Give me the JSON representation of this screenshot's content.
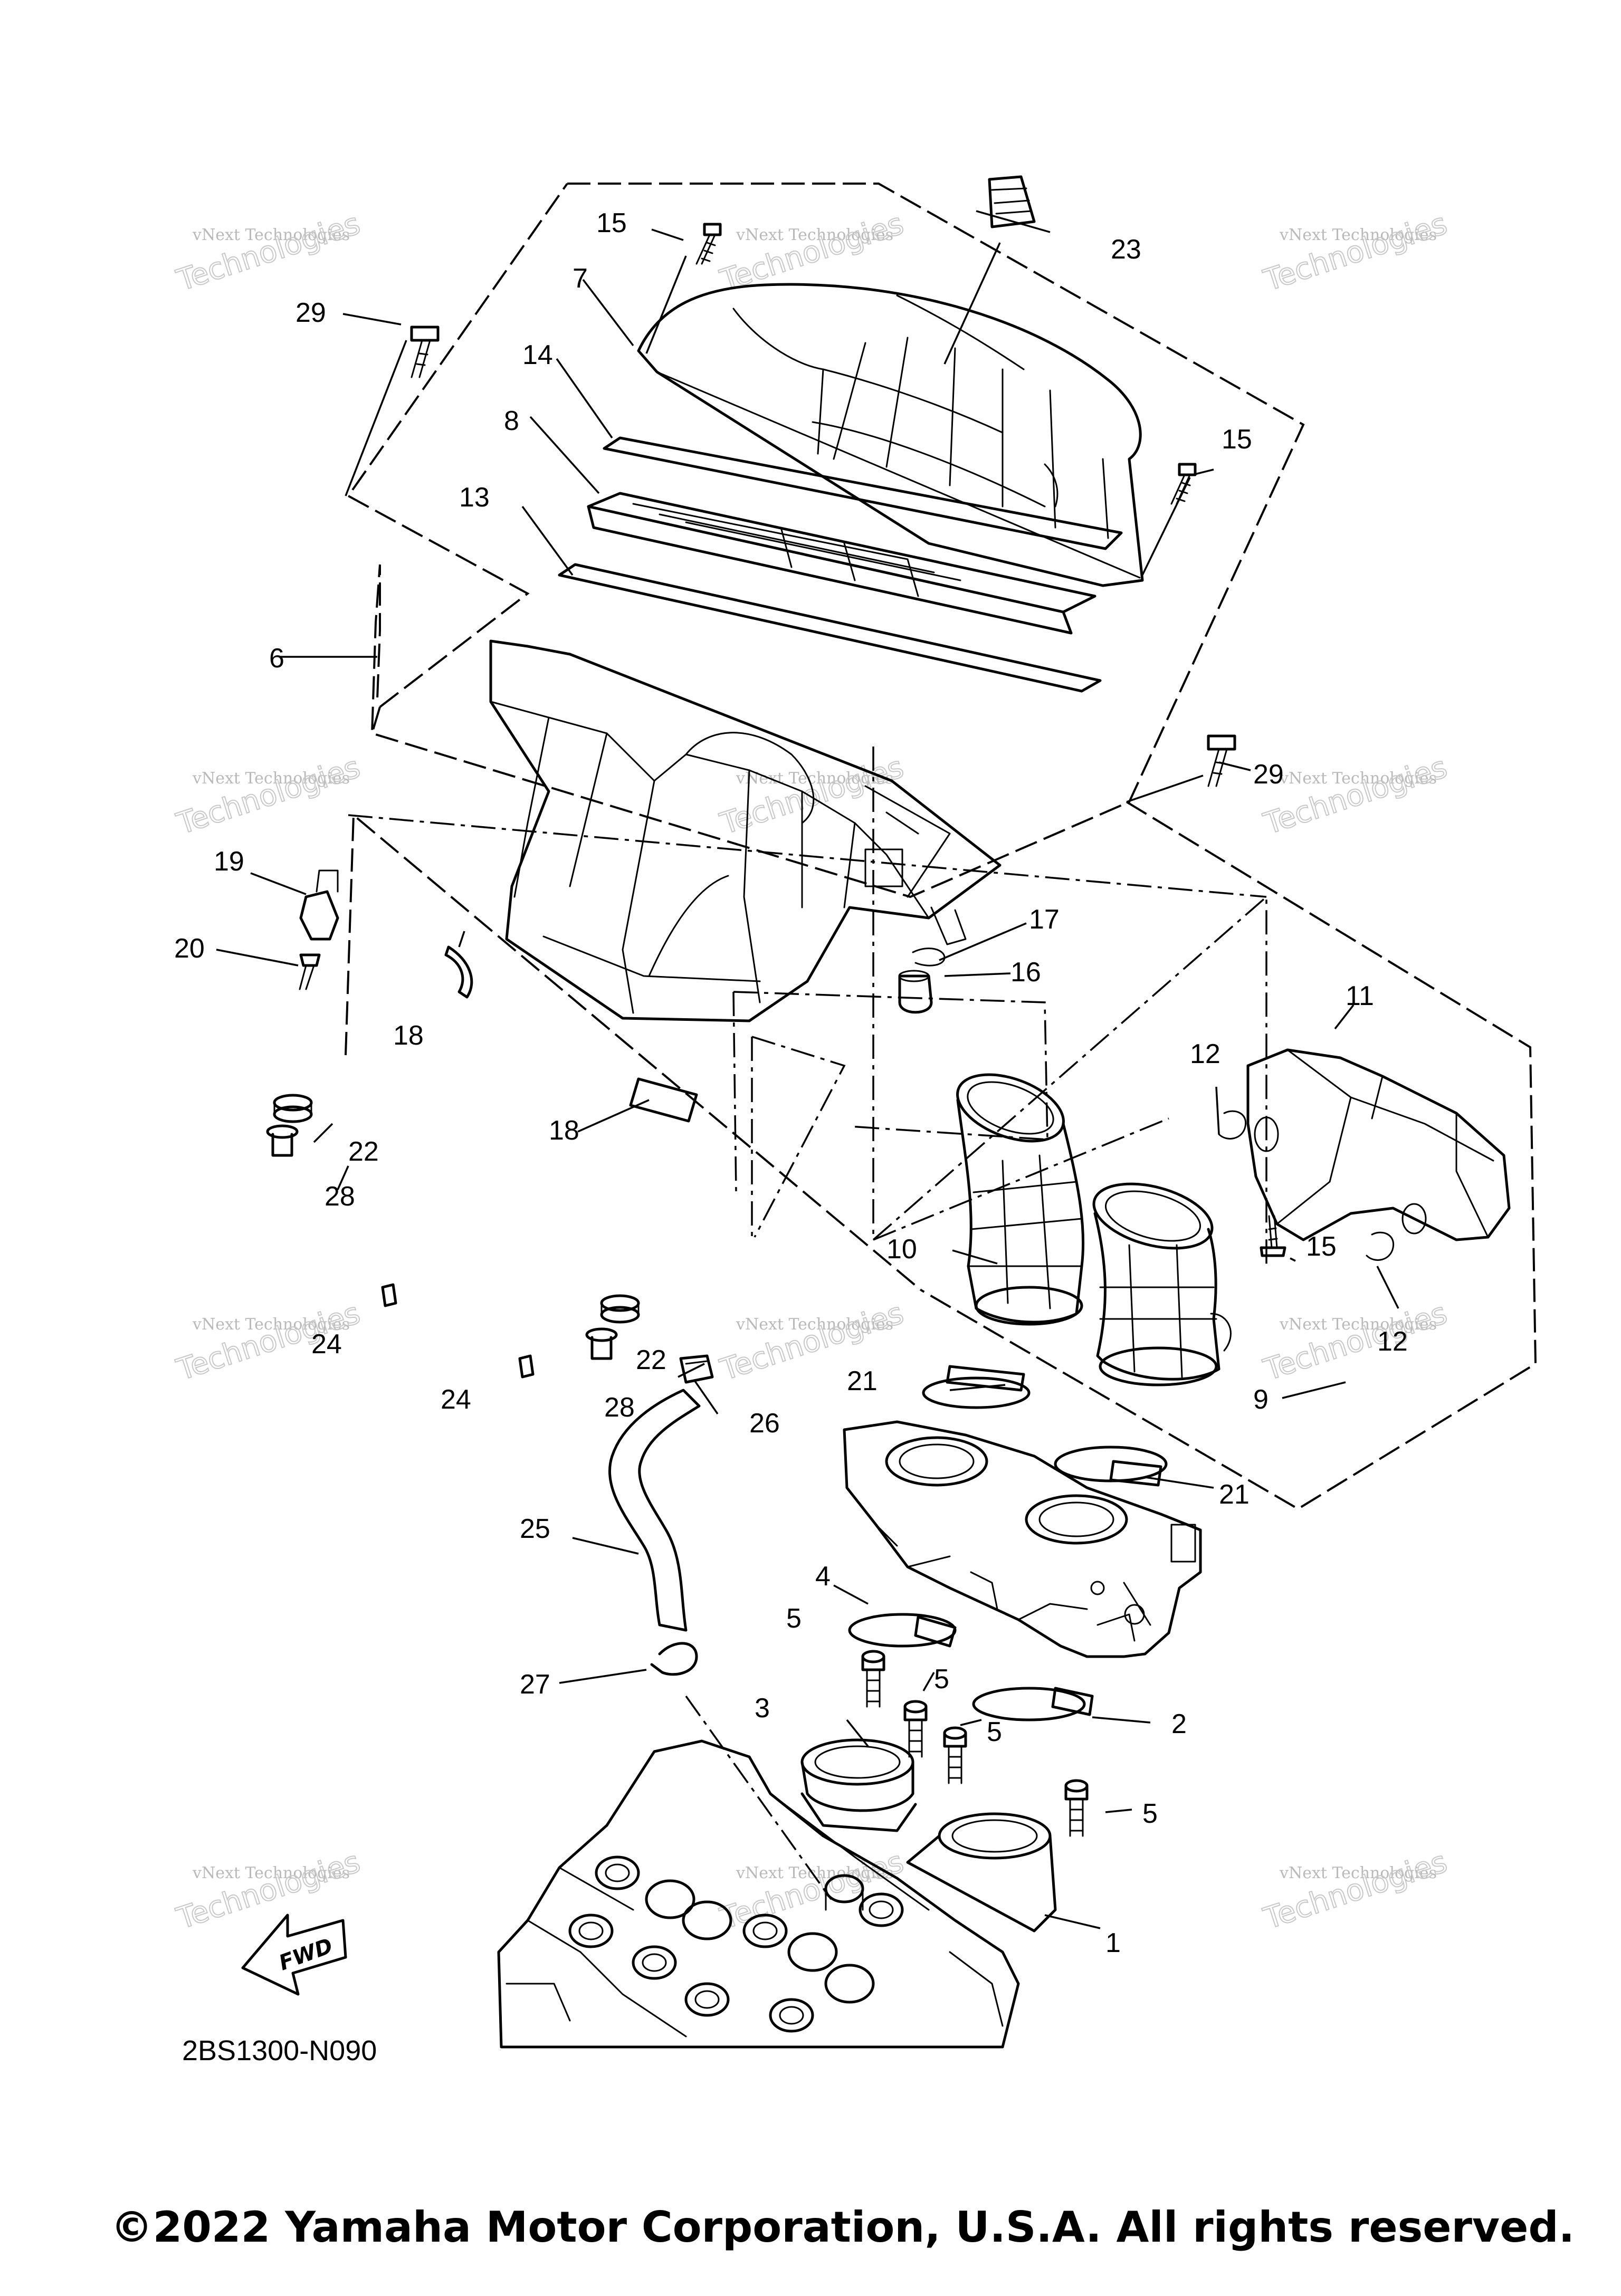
{
  "diagram": {
    "part_code": "2BS1300-N090",
    "fwd_label": "FWD",
    "watermark": {
      "line1": "vNext Technologies",
      "line2": "Technologies",
      "line3": "vNext"
    },
    "callouts": {
      "c1": "1",
      "c2": "2",
      "c3": "3",
      "c4": "4",
      "c5a": "5",
      "c5b": "5",
      "c5c": "5",
      "c5d": "5",
      "c6": "6",
      "c7": "7",
      "c8": "8",
      "c9": "9",
      "c10": "10",
      "c11": "11",
      "c12a": "12",
      "c12b": "12",
      "c13": "13",
      "c14": "14",
      "c15a": "15",
      "c15b": "15",
      "c15c": "15",
      "c16": "16",
      "c17": "17",
      "c18a": "18",
      "c18b": "18",
      "c19": "19",
      "c20": "20",
      "c21a": "21",
      "c21b": "21",
      "c22a": "22",
      "c22b": "22",
      "c23": "23",
      "c24a": "24",
      "c24b": "24",
      "c25": "25",
      "c26": "26",
      "c27": "27",
      "c28a": "28",
      "c28b": "28",
      "c29a": "29",
      "c29b": "29"
    }
  },
  "footer": {
    "copyright": "©2022 Yamaha Motor Corporation, U.S.A. All rights reserved."
  }
}
